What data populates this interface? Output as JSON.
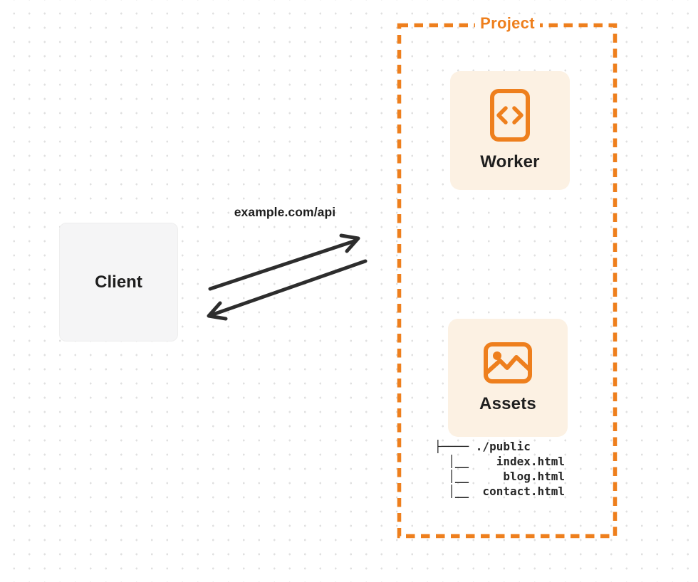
{
  "client": {
    "label": "Client"
  },
  "request": {
    "label": "example.com/api"
  },
  "project": {
    "label": "Project",
    "worker": {
      "label": "Worker",
      "icon": "code-document-icon"
    },
    "assets": {
      "label": "Assets",
      "icon": "image-icon"
    },
    "file_tree": {
      "lines": [
        "├──── ./public",
        "  │__    index.html",
        "  │__     blog.html",
        "  │__  contact.html"
      ]
    }
  },
  "arrows": {
    "request_arrow": "client-to-project",
    "response_arrow": "project-to-client"
  },
  "colors": {
    "orange": "#EE7F1D",
    "card_background": "#FCF1E3",
    "client_background": "#F5F5F6",
    "arrow": "#2D2D2D",
    "text_dark": "#1F1F1F",
    "grid_dot": "#E0E0E0"
  }
}
